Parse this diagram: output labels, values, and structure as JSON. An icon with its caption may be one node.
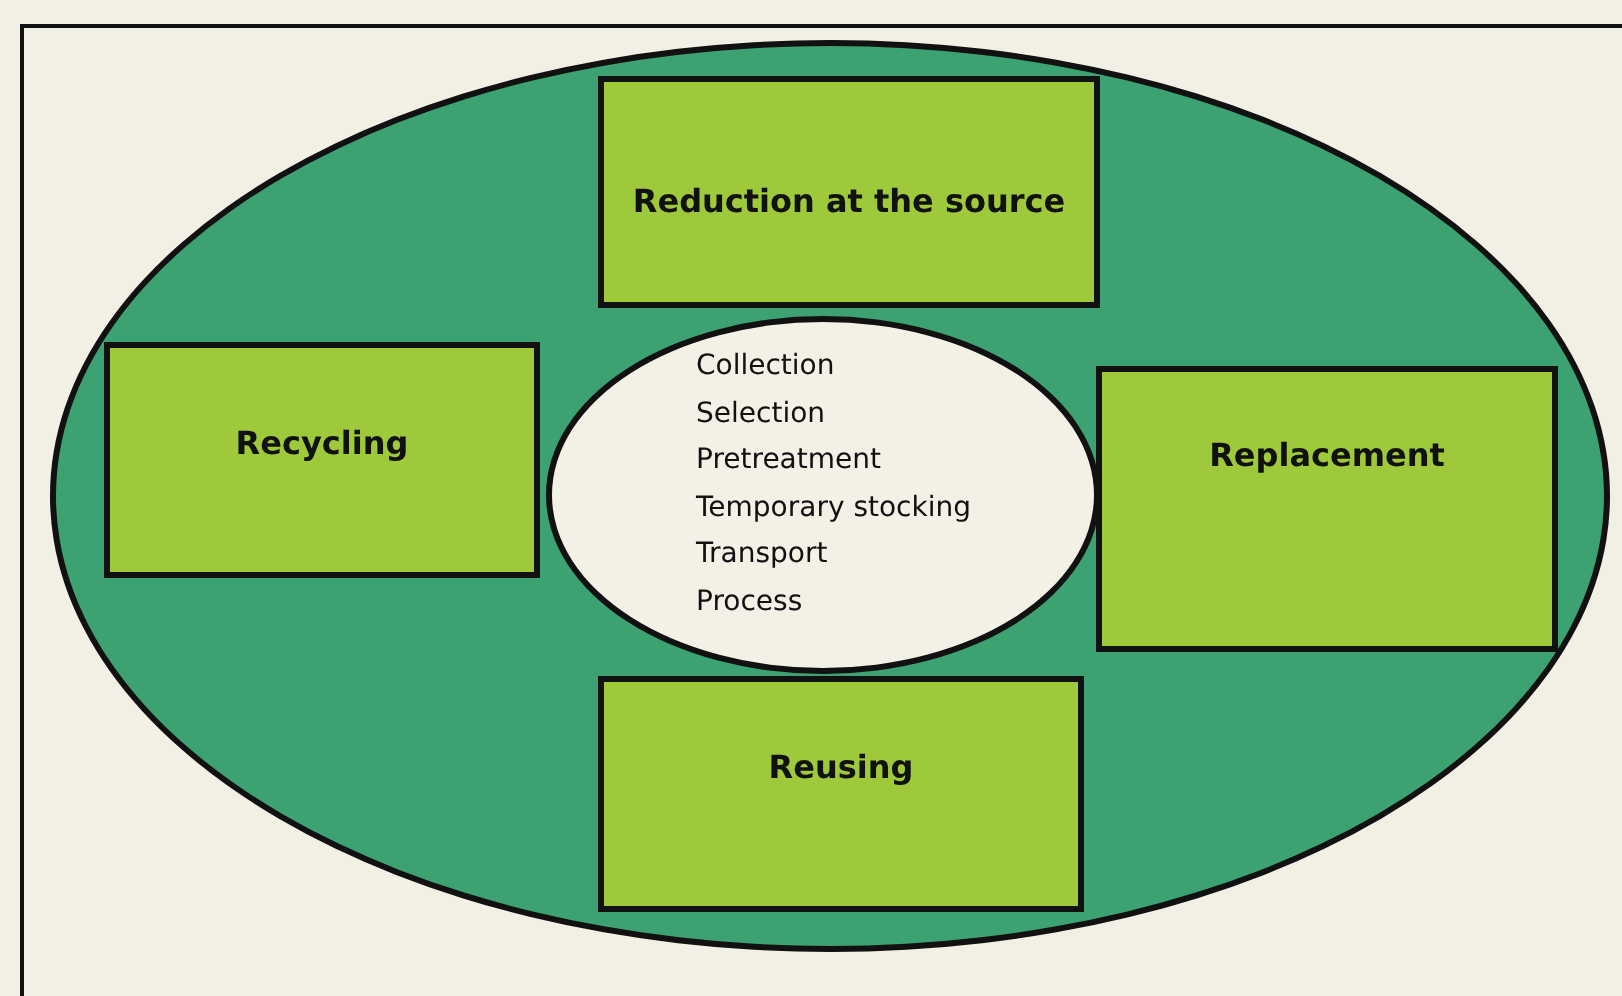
{
  "diagram": {
    "nodes": [
      {
        "text": [],
        "shape": "ellipse"
      },
      {
        "text": [
          "Reduction at the source"
        ],
        "in": 0
      },
      {
        "text": [
          "Recycling"
        ],
        "in": 0
      },
      {
        "text": [
          "Collection",
          "Selection",
          "Pretreatment",
          "Temporary stocking",
          "Transport",
          "Process"
        ],
        "in": 0
      },
      {
        "text": [
          "Replacement"
        ],
        "in": 0
      },
      {
        "text": [
          "Reusing"
        ],
        "in": 0
      }
    ],
    "edges": []
  }
}
